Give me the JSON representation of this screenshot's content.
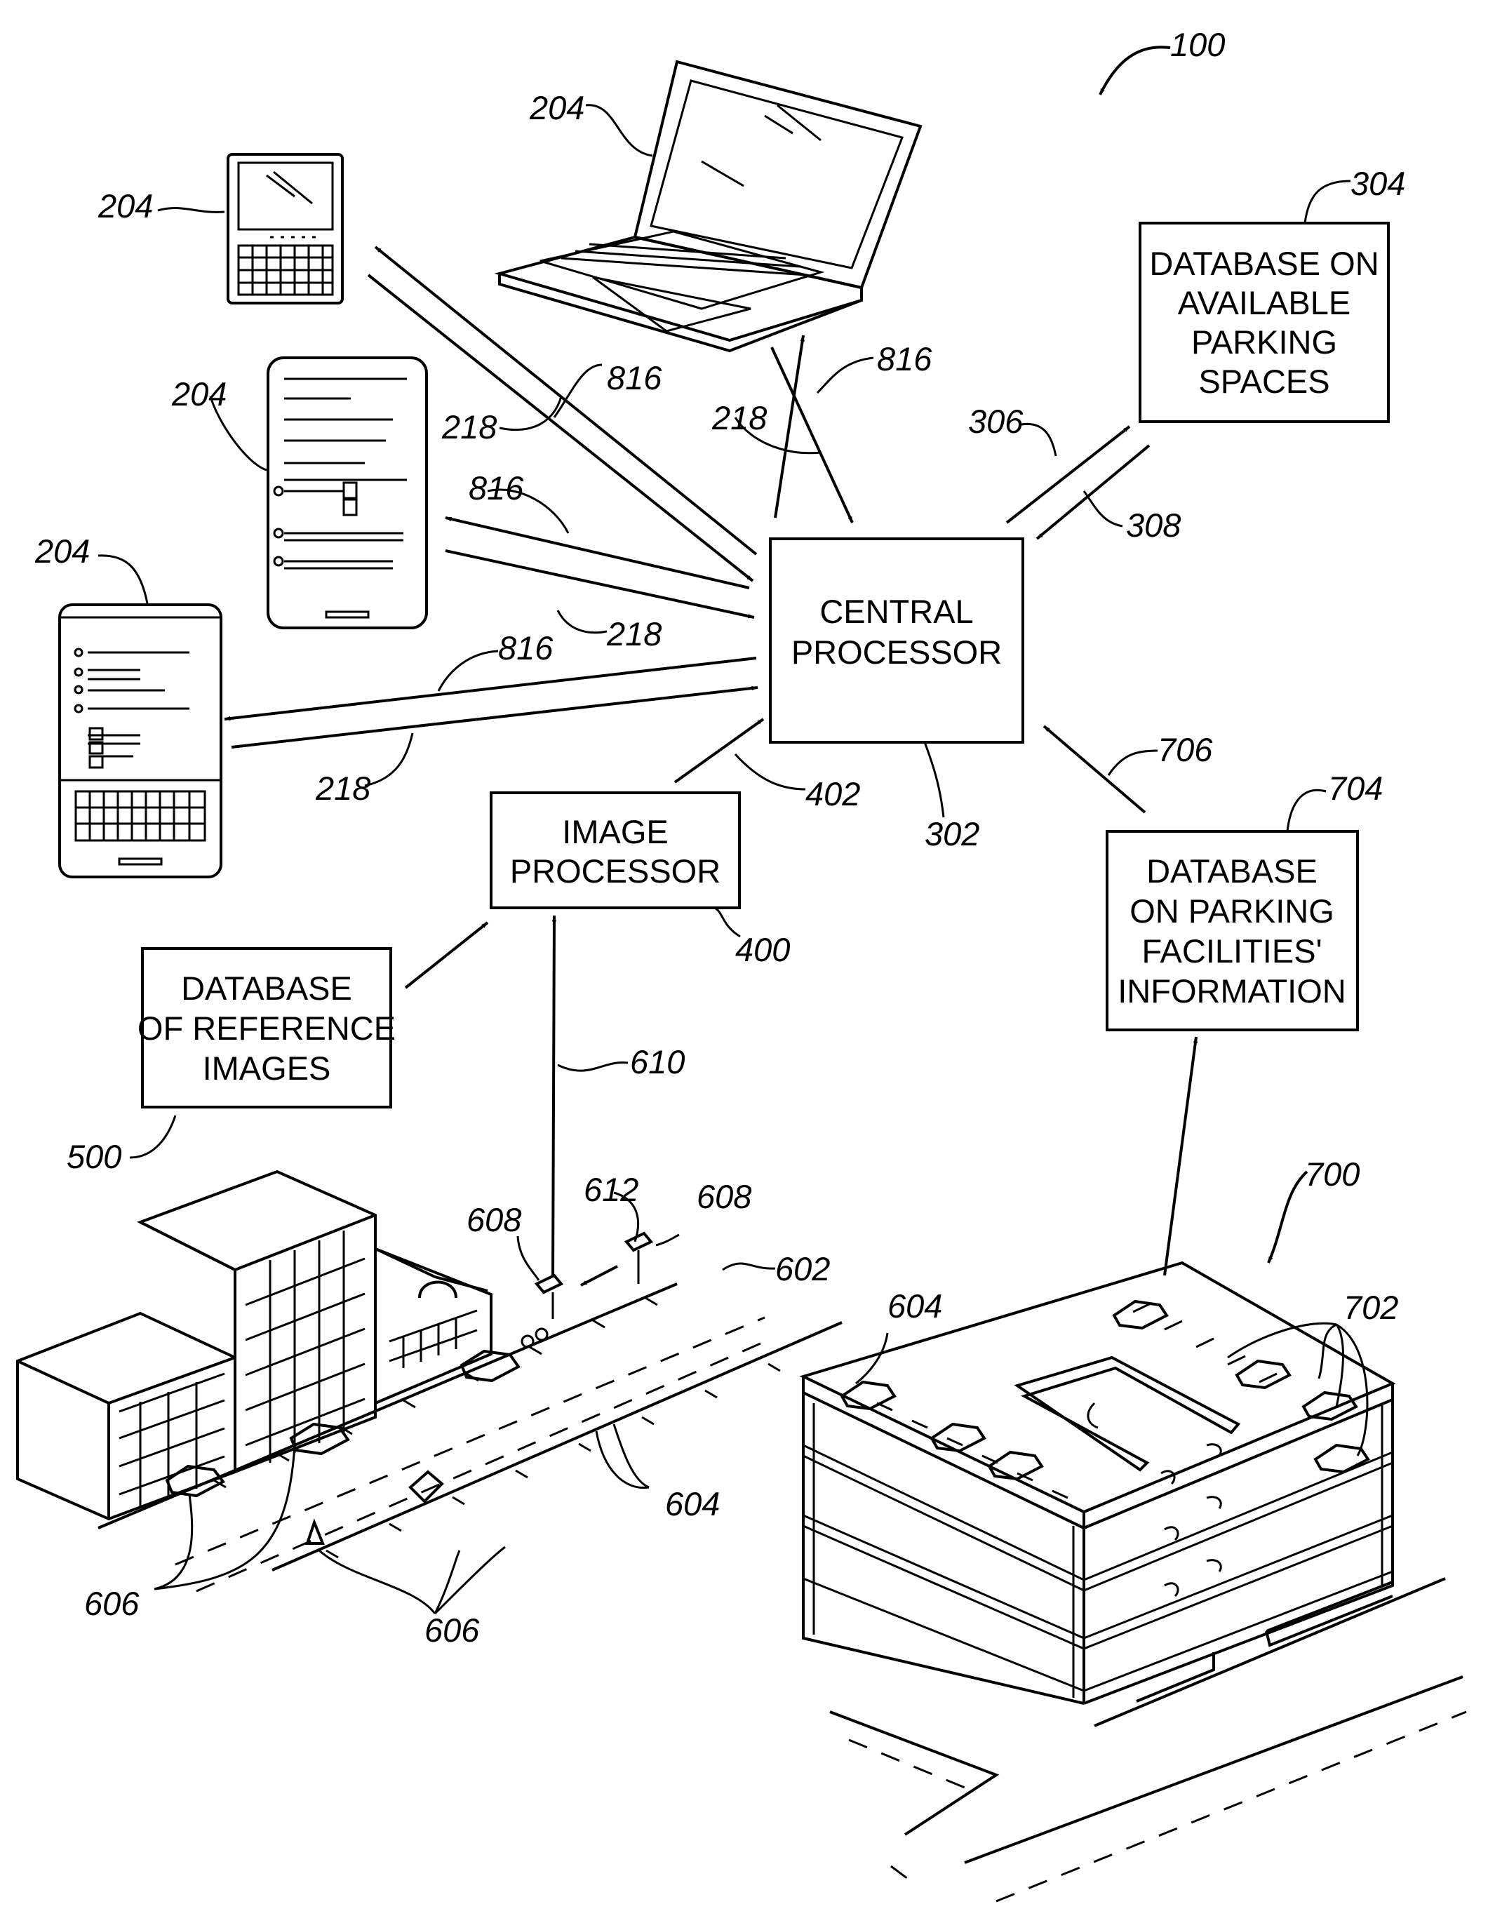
{
  "boxes": {
    "central_processor": [
      "CENTRAL",
      "PROCESSOR"
    ],
    "database_available": [
      "DATABASE ON",
      "AVAILABLE",
      "PARKING",
      "SPACES"
    ],
    "image_processor": [
      "IMAGE",
      "PROCESSOR"
    ],
    "database_reference": [
      "DATABASE",
      "OF REFERENCE",
      "IMAGES"
    ],
    "database_facilities": [
      "DATABASE",
      "ON PARKING",
      "FACILITIES'",
      "INFORMATION"
    ]
  },
  "refs": {
    "r100": "100",
    "r204_laptop": "204",
    "r204_phone_small": "204",
    "r204_tablet": "204",
    "r204_phone": "204",
    "r304": "304",
    "r816_a": "816",
    "r218_a": "218",
    "r816_b": "816",
    "r218_b": "218",
    "r306": "306",
    "r308": "308",
    "r816_c": "816",
    "r218_c": "218",
    "r816_d": "816",
    "r218_d": "218",
    "r402": "402",
    "r302": "302",
    "r706": "706",
    "r704": "704",
    "r400": "400",
    "r610": "610",
    "r500": "500",
    "r700": "700",
    "r608_a": "608",
    "r612": "612",
    "r608_b": "608",
    "r602": "602",
    "r604_a": "604",
    "r702": "702",
    "r604_b": "604",
    "r606_a": "606",
    "r606_b": "606"
  }
}
